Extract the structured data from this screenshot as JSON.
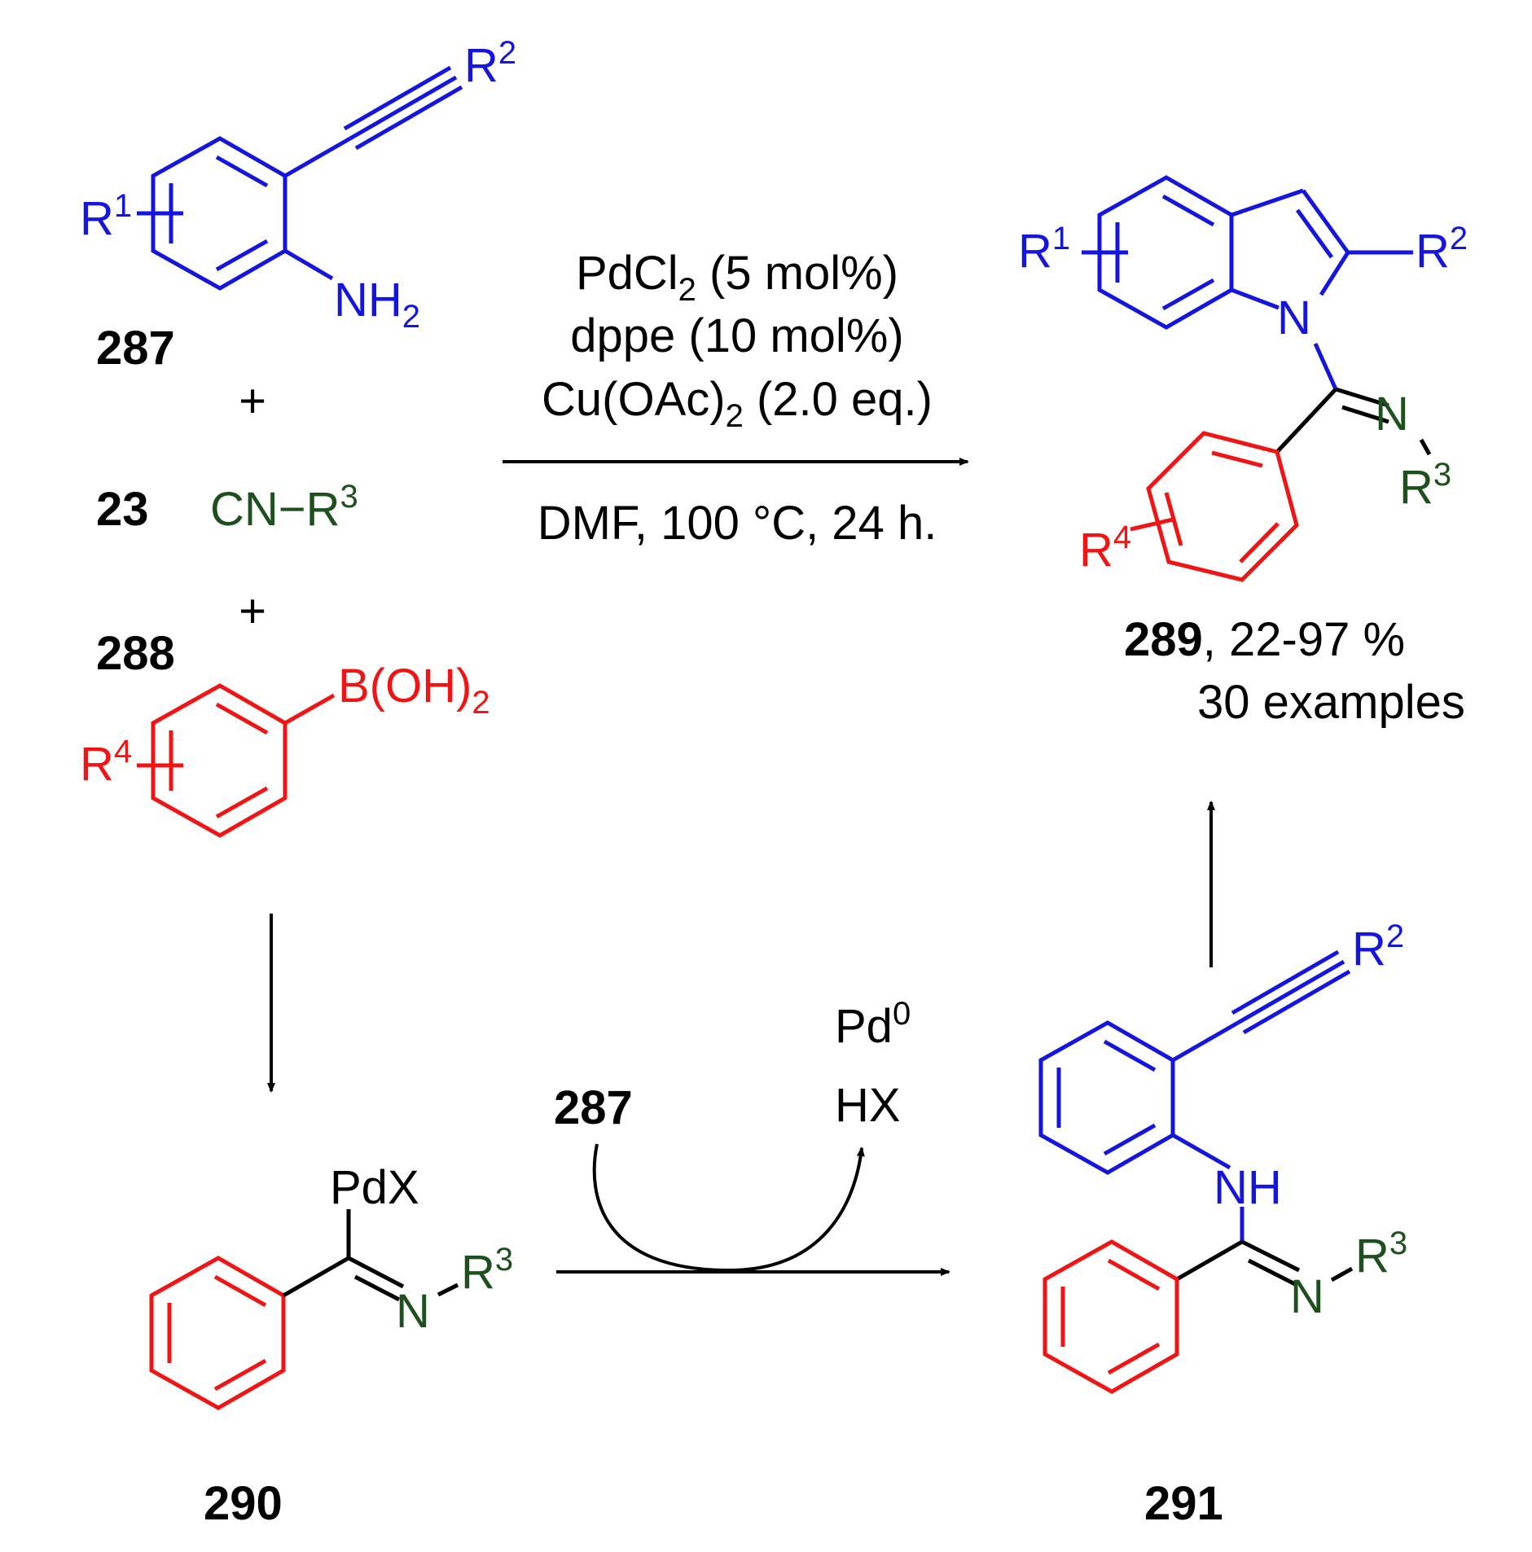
{
  "colors": {
    "blue": "#1515e0",
    "green": "#1e501e",
    "red": "#f01414",
    "black": "#000000"
  },
  "compounds": {
    "c287": {
      "id": "287"
    },
    "c23": {
      "id": "23"
    },
    "c288": {
      "id": "288"
    },
    "c289": {
      "id": "289",
      "yield": ", 22-97 %",
      "examples": "30 examples"
    },
    "c290": {
      "id": "290"
    },
    "c291": {
      "id": "291"
    },
    "c287_reagent": {
      "id": "287"
    }
  },
  "atoms": {
    "R": "R",
    "sup1": "1",
    "sup2": "2",
    "sup3": "3",
    "sup4": "4",
    "NH": "NH",
    "N": "N",
    "sub2": "2",
    "CN_dash": "CN−",
    "B_OH": "B(OH)",
    "PdX": "PdX",
    "Pd": "Pd",
    "sup0": "0",
    "HX": "HX"
  },
  "plus": "+",
  "conditions": {
    "line1_a": "PdCl",
    "line1_sub": "2",
    "line1_b": " (5 mol%)",
    "line2": "dppe (10 mol%)",
    "line3_a": "Cu(OAc)",
    "line3_sub": "2",
    "line3_b": " (2.0 eq.)",
    "line4": "DMF, 100 °C, 24 h."
  }
}
